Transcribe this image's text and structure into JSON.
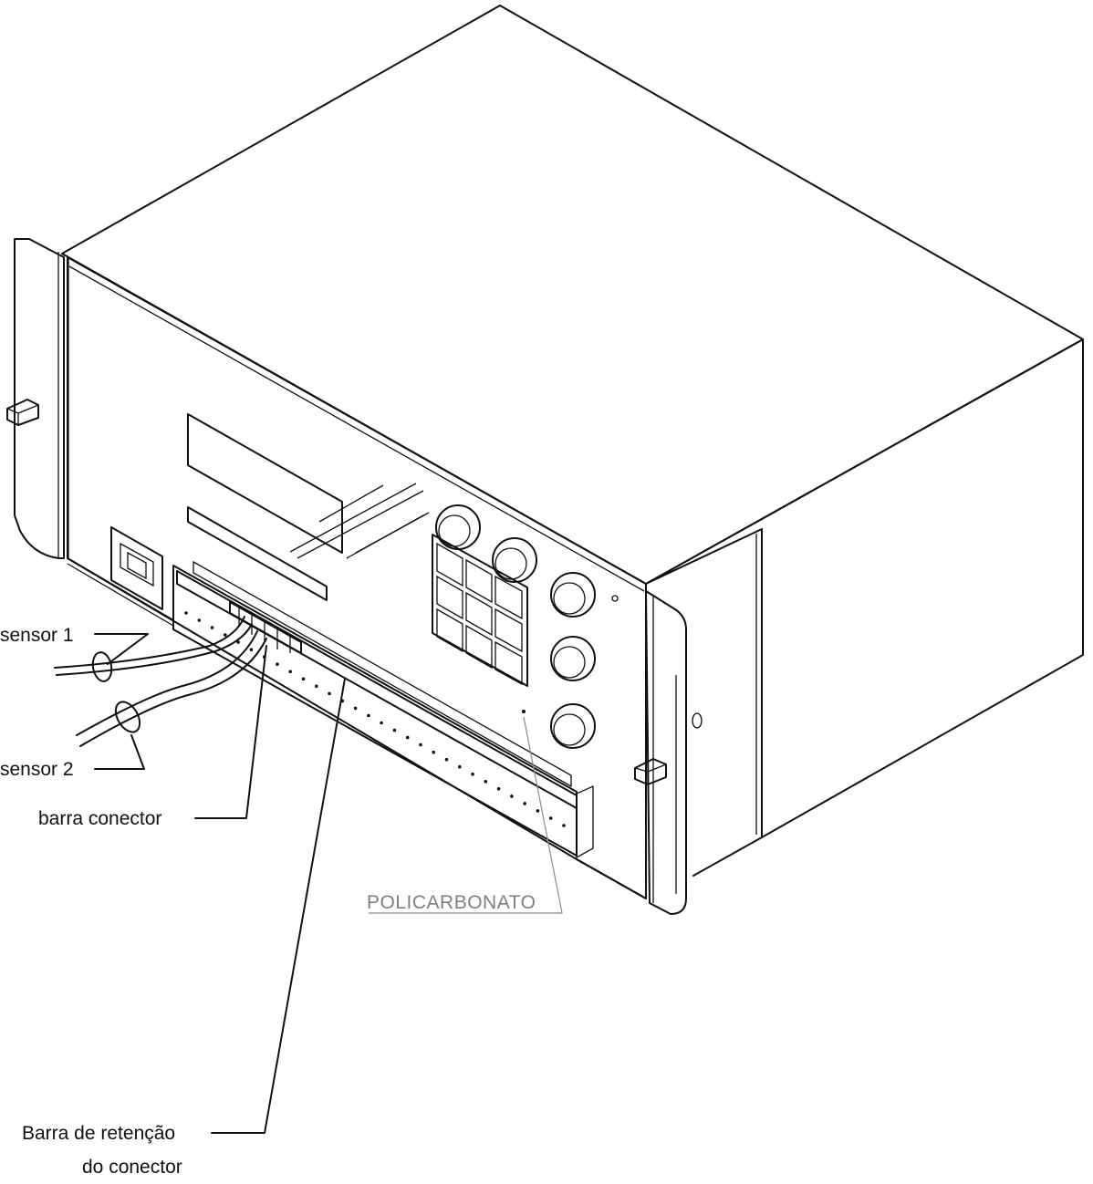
{
  "labels": {
    "sensor1": "sensor 1",
    "sensor2": "sensor 2",
    "barra_conector": "barra conector",
    "policarbonato": "POLICARBONATO",
    "barra_retencao_line1": "Barra de retenção",
    "barra_retencao_line2": "do conector"
  },
  "colors": {
    "line": "#111111",
    "label_gray": "#7f7f7f",
    "background": "#ffffff"
  }
}
